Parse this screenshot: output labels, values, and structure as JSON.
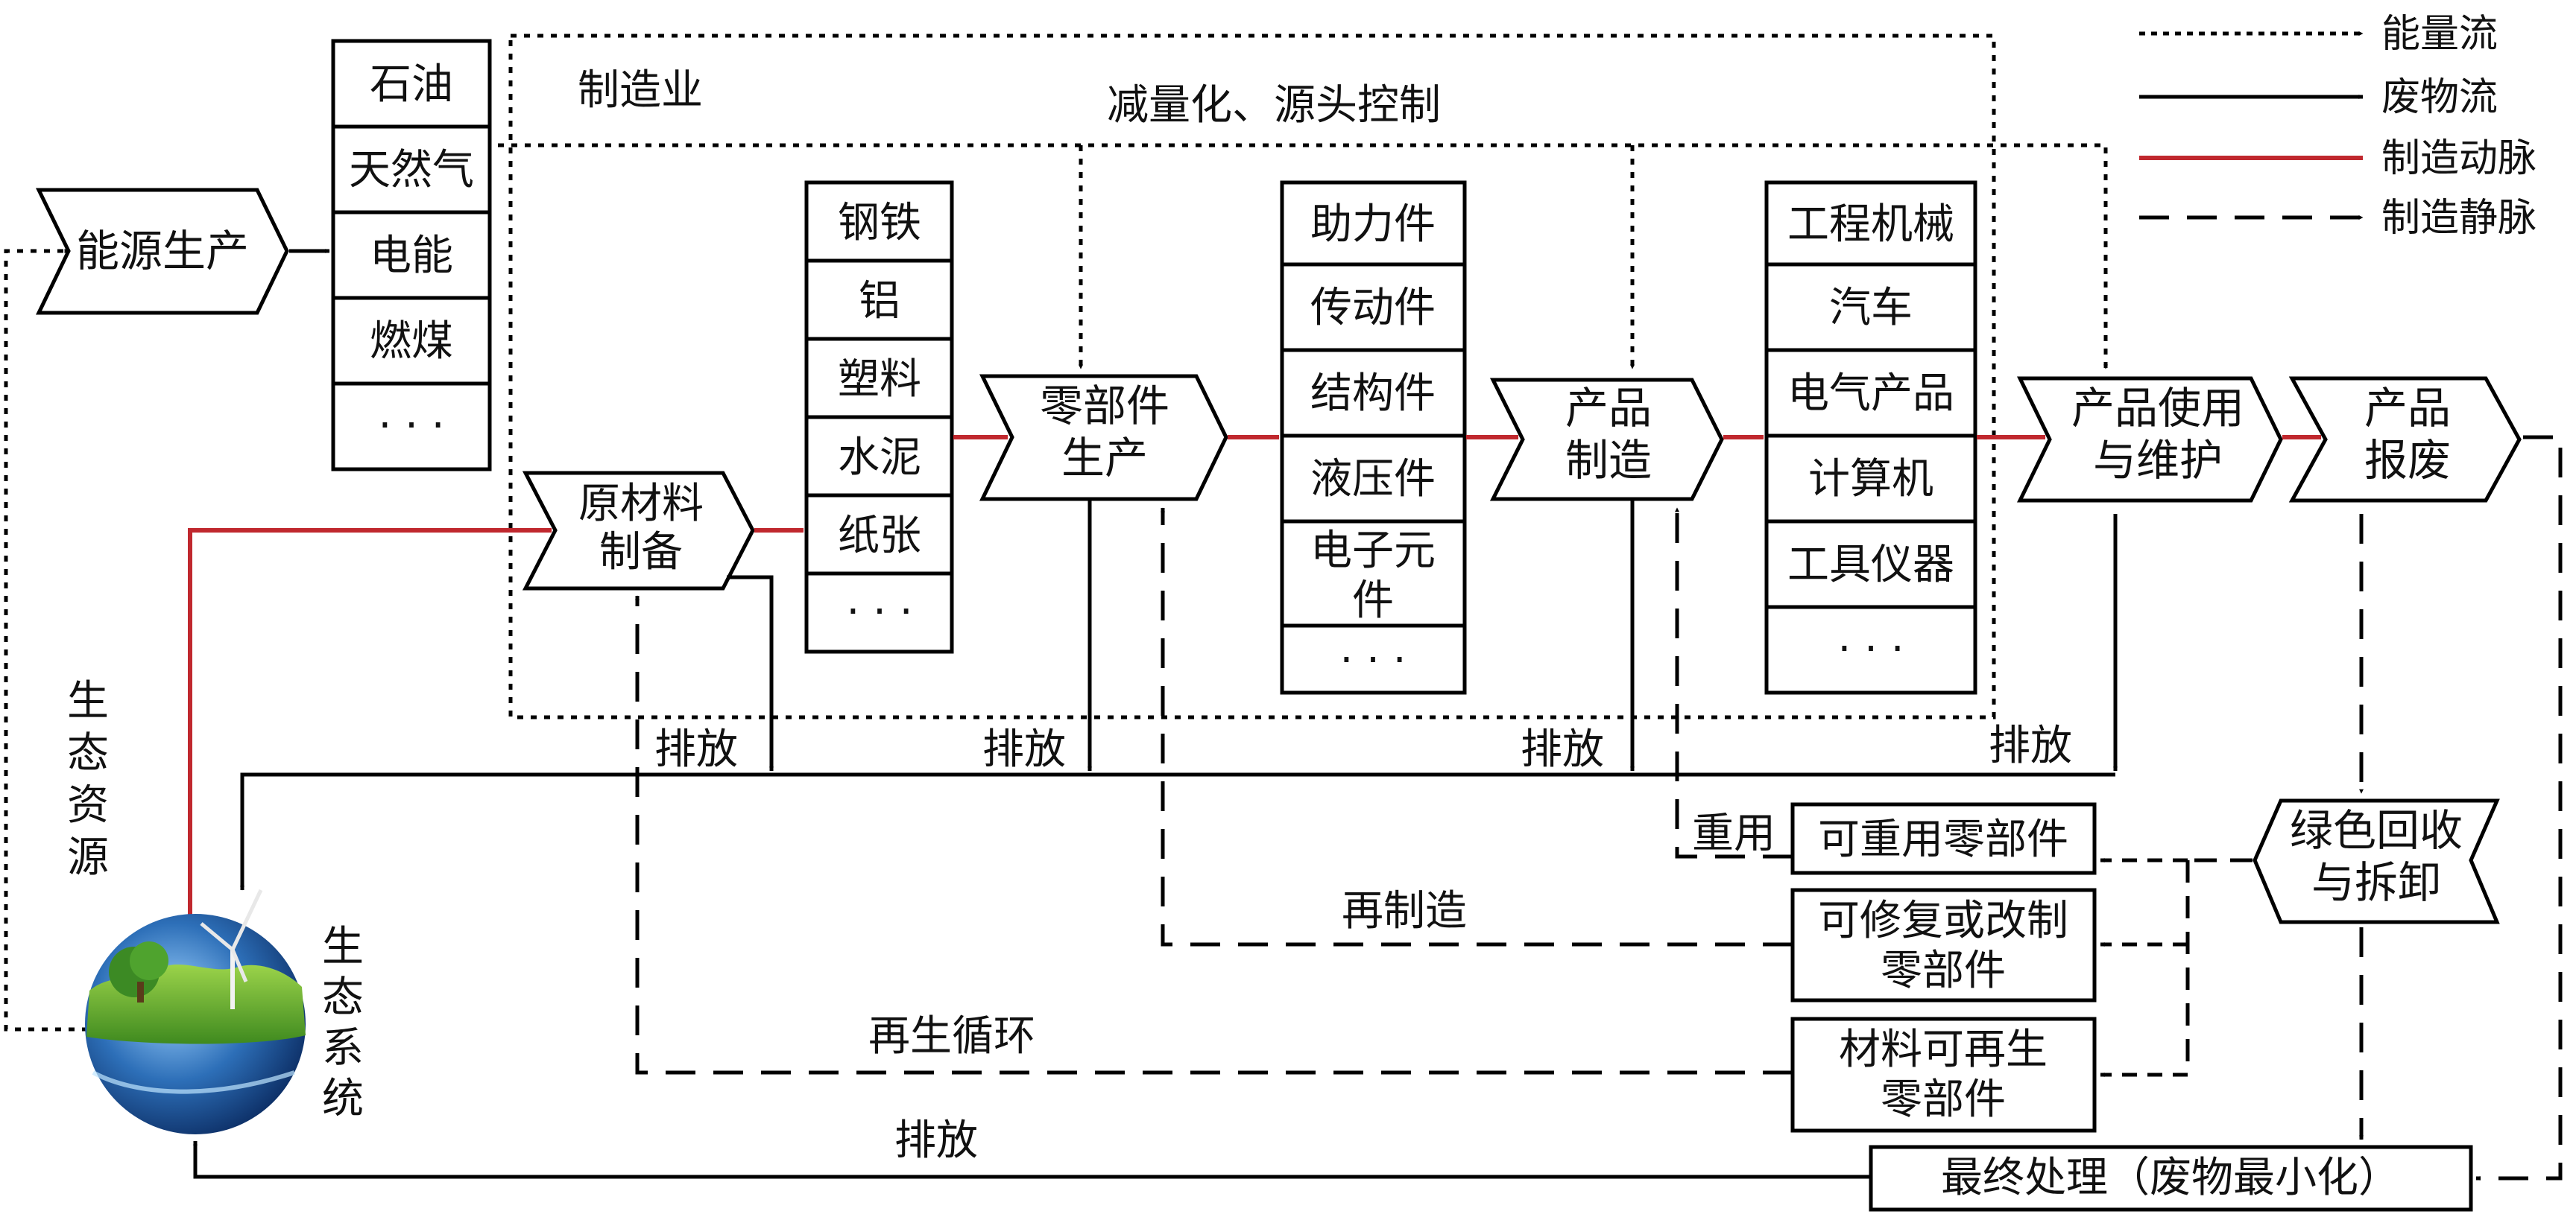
{
  "legend": {
    "energy_flow": "能量流",
    "waste_flow": "废物流",
    "mfg_artery": "制造动脉",
    "mfg_vein": "制造静脉"
  },
  "colors": {
    "artery": "#c0282e",
    "line": "#000000"
  },
  "region": {
    "manufacturing": "制造业",
    "reduction": "减量化、源头控制"
  },
  "energy": {
    "production": "能源生产",
    "types": [
      "石油",
      "天然气",
      "电能",
      "燃煤",
      "· · ·"
    ]
  },
  "nodes": {
    "raw_material": [
      "原材料",
      "制备"
    ],
    "parts_production": [
      "零部件",
      "生产"
    ],
    "product_manufacturing": [
      "产品",
      "制造"
    ],
    "product_use": [
      "产品使用",
      "与维护"
    ],
    "product_scrap": [
      "产品",
      "报废"
    ],
    "green_recycle": [
      "绿色回收",
      "与拆卸"
    ]
  },
  "materials": [
    "钢铁",
    "铝",
    "塑料",
    "水泥",
    "纸张",
    "· · ·"
  ],
  "components": [
    "助力件",
    "传动件",
    "结构件",
    "液压件",
    [
      "电子元",
      "件"
    ],
    "· · ·"
  ],
  "products": [
    "工程机械",
    "汽车",
    "电气产品",
    "计算机",
    "工具仪器",
    "· · ·"
  ],
  "recovery": {
    "reusable": "可重用零部件",
    "repairable": [
      "可修复或改制",
      "零部件"
    ],
    "recyclable": [
      "材料可再生",
      "零部件"
    ],
    "final": "最终处理（废物最小化）"
  },
  "flows": {
    "emission": "排放",
    "reuse": "重用",
    "remanufacture": "再制造",
    "recycle": "再生循环"
  },
  "ecosystem": {
    "resources": [
      "生",
      "态",
      "资",
      "源"
    ],
    "system": [
      "生",
      "态",
      "系",
      "统"
    ]
  }
}
